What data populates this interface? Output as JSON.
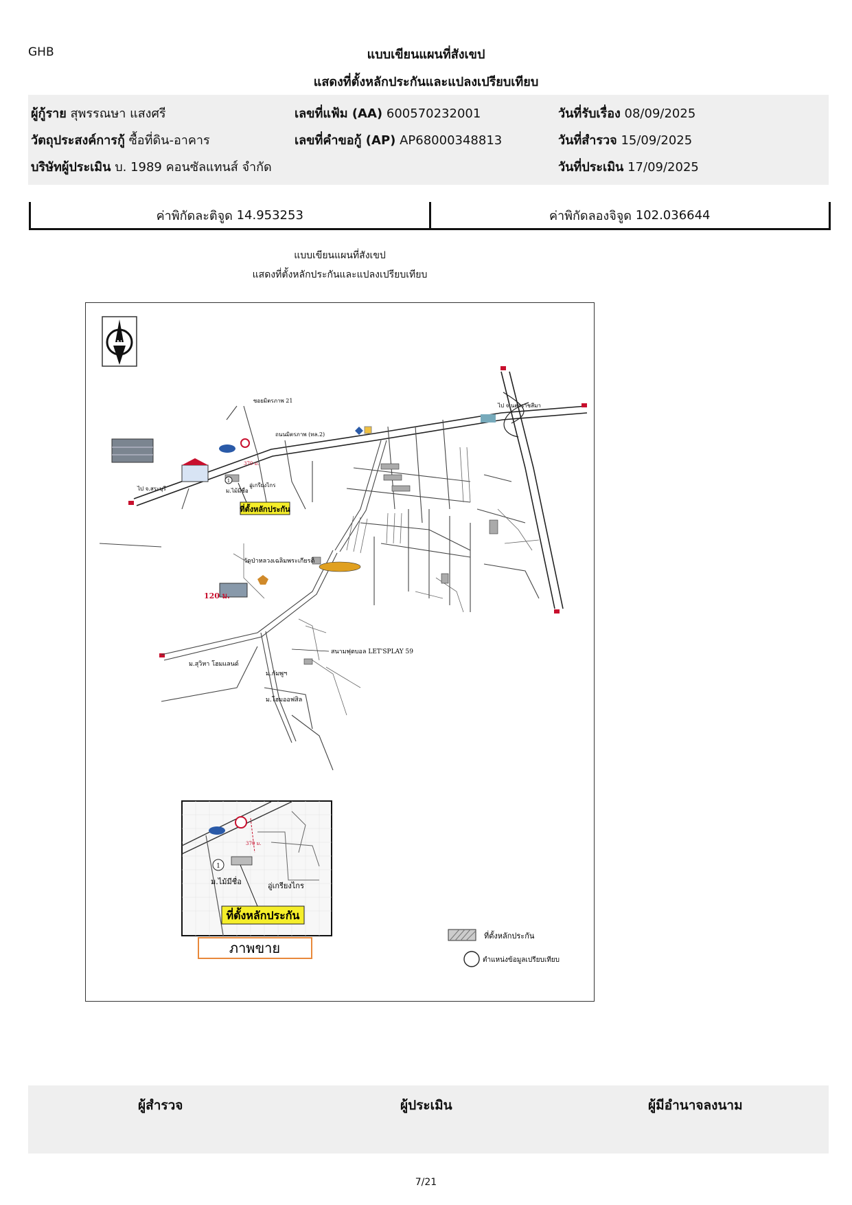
{
  "header": {
    "logo": "GHB",
    "title_line1": "แบบเขียนแผนที่สังเขป",
    "title_line2": "แสดงที่ตั้งหลักประกันและแปลงเปรียบเทียบ"
  },
  "info": {
    "borrower_label": "ผู้กู้ราย",
    "borrower_value": "สุพรรณษา แสงศรี",
    "purpose_label": "วัตถุประสงค์การกู้",
    "purpose_value": "ซื้อที่ดิน-อาคาร",
    "appraiser_label": "บริษัทผู้ประเมิน",
    "appraiser_value": "บ. 1989 คอนซัลแทนส์ จำกัด",
    "file_no_label": "เลขที่แฟ้ม (AA)",
    "file_no_value": "600570232001",
    "request_no_label": "เลขที่คำขอกู้ (AP)",
    "request_no_value": "AP68000348813",
    "received_label": "วันที่รับเรื่อง",
    "received_value": "08/09/2025",
    "survey_label": "วันที่สำรวจ",
    "survey_value": "15/09/2025",
    "appraisal_label": "วันที่ประเมิน",
    "appraisal_value": "17/09/2025"
  },
  "coordinates": {
    "lat_label": "ค่าพิกัดละติจูด",
    "lat_value": "14.953253",
    "lng_label": "ค่าพิกัดลองจิจูด",
    "lng_value": "102.036644"
  },
  "map": {
    "heading1": "แบบเขียนแผนที่สังเขป",
    "heading2": "แสดงที่ตั้งหลักประกันและแปลงเปรียบเทียบ",
    "north": "N",
    "road_main": "ถนนมิตรภาพ (ทล.2)",
    "to_city": "ไป จ.นครราชสีมา",
    "to_pakchong": "ไป จ.สระบุรี",
    "collateral_label": "ที่ตั้งหลักประกัน",
    "village_mai": "ม.ไม้มีชื่อ",
    "village_kriang": "อู่เกรียงไกร",
    "distance": "370 ม.",
    "distance2": "120 ม.",
    "wat_label": "วัดป่าหลวงเฉลิมพระเกียรติ",
    "stadium_label": "สนามฟุตบอล LET'SPLAY 59",
    "village_suvi": "ม.สุวิหา โฮมแลนด์",
    "village_kham": "ม.กัมพูฯ",
    "village_song": "ม.โฮมออฟสิล",
    "soi_label": "ซอยมิตรภาพ 21",
    "inset_caption": "ภาพขาย",
    "legend_collateral": "ที่ตั้งหลักประกัน",
    "legend_comparable": "ตำแหน่งข้อมูลเปรียบเทียบ",
    "pin_no": "1",
    "color_highlight": "#f5ee2a",
    "color_inset_border": "#e8883a"
  },
  "signatures": {
    "surveyor": "ผู้สำรวจ",
    "appraiser": "ผู้ประเมิน",
    "authorized": "ผู้มีอำนาจลงนาม"
  },
  "footer": {
    "page": "7/21"
  }
}
